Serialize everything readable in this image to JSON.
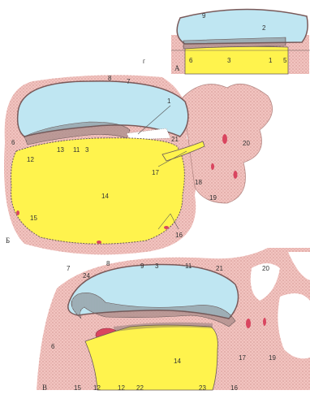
{
  "colors": {
    "amnion_blue": "#bfe6f2",
    "yolk_yellow": "#fff34d",
    "mesoderm_pink": "#f2c4c0",
    "ectoderm_dark": "#8a6060",
    "vessel_red": "#d9455f",
    "background": "#ffffff"
  },
  "panels": [
    {
      "id": "A",
      "letter": "А"
    },
    {
      "id": "B",
      "letter": "Б"
    },
    {
      "id": "V",
      "letter": "В"
    }
  ],
  "labels": {
    "p_small": "г",
    "a": {
      "n9": "9",
      "n2": "2",
      "n6": "6",
      "n3": "3",
      "n1": "1",
      "n5": "5"
    },
    "b": {
      "n8": "8",
      "n7": "7",
      "n1": "1",
      "n6": "6",
      "n12": "12",
      "n13": "13",
      "n11": "11",
      "n3": "3",
      "n21": "21",
      "n20": "20",
      "n17": "17",
      "n18": "18",
      "n19": "19",
      "n14": "14",
      "n15": "15",
      "n16": "16"
    },
    "v": {
      "n7": "7",
      "n24": "24",
      "n8": "8",
      "n9": "9",
      "n3": "3",
      "n11": "11",
      "n21": "21",
      "n20": "20",
      "n6": "6",
      "n15": "15",
      "n12a": "12",
      "n12b": "12",
      "n22": "22",
      "n14": "14",
      "n23": "23",
      "n16": "16",
      "n17": "17",
      "n19": "19"
    }
  }
}
